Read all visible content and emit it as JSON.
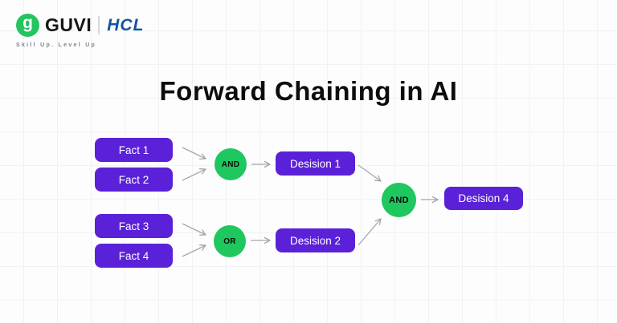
{
  "header": {
    "guvi_wordmark": "GUVI",
    "hcl_wordmark": "HCL",
    "tagline": "Skill Up. Level Up",
    "guvi_icon": "g-monogram-icon",
    "guvi_icon_glyph": "g"
  },
  "title": "Forward Chaining in AI",
  "colors": {
    "node_purple": "#5a21d8",
    "gate_green": "#1fc75f",
    "guvi_green": "#24c45e",
    "hcl_blue": "#1253a3",
    "arrow_gray": "#a4a7ad"
  },
  "diagram": {
    "facts": [
      {
        "label": "Fact 1"
      },
      {
        "label": "Fact 2"
      },
      {
        "label": "Fact 3"
      },
      {
        "label": "Fact 4"
      }
    ],
    "gates": [
      {
        "label": "AND"
      },
      {
        "label": "OR"
      },
      {
        "label": "AND"
      }
    ],
    "decisions": [
      {
        "label": "Desision 1"
      },
      {
        "label": "Desision 2"
      },
      {
        "label": "Desision 4"
      }
    ]
  }
}
